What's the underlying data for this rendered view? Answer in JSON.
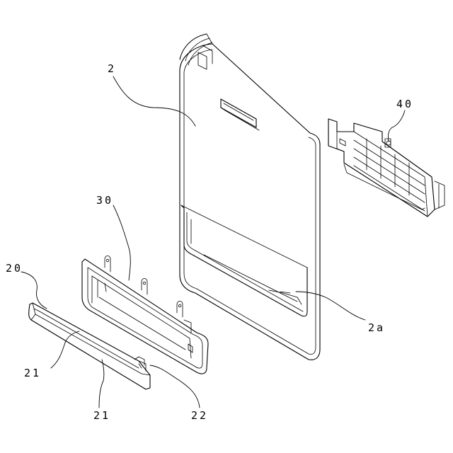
{
  "labels": {
    "front_panel": "2",
    "panel_opening": "2a",
    "filter_unit": "40",
    "frame": "30",
    "bar_assembly": "20",
    "bar_upper": "21",
    "bar_lower": "21",
    "bar_end": "22"
  }
}
